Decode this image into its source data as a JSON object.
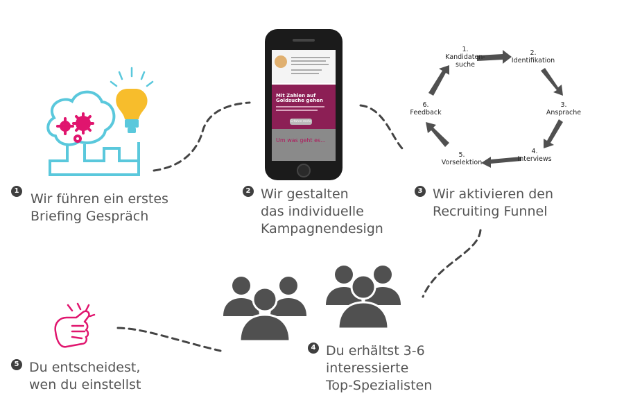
{
  "steps": [
    {
      "number": "1",
      "lines": [
        "Wir führen ein erstes",
        "Briefing Gespräch"
      ]
    },
    {
      "number": "2",
      "lines": [
        "Wir gestalten",
        "das individuelle",
        "Kampagnendesign"
      ]
    },
    {
      "number": "3",
      "lines": [
        "Wir aktivieren den",
        "Recruiting Funnel"
      ]
    },
    {
      "number": "4",
      "lines": [
        "Du erhältst 3-6",
        "interessierte",
        "Top-Spezialisten"
      ]
    },
    {
      "number": "5",
      "lines": [
        "Du entscheidest,",
        "wen du einstellst"
      ]
    }
  ],
  "funnel": [
    {
      "num": "1.",
      "lines": [
        "Kandidaten-",
        "suche"
      ]
    },
    {
      "num": "2.",
      "lines": [
        "Identifikation"
      ]
    },
    {
      "num": "3.",
      "lines": [
        "Ansprache"
      ]
    },
    {
      "num": "4.",
      "lines": [
        "Interviews"
      ]
    },
    {
      "num": "5.",
      "lines": [
        "Vorselektion"
      ]
    },
    {
      "num": "6.",
      "lines": [
        "Feedback"
      ]
    }
  ],
  "phone": {
    "banner_title_1": "Mit Zahlen auf",
    "banner_title_2": "Goldsuche gehen",
    "banner_button": "Erfahre mehr",
    "lower_headline": "Um was geht es..."
  },
  "colors": {
    "accent_cyan": "#5ac8dc",
    "accent_magenta": "#e0156e",
    "bulb_yellow": "#f7bd2c",
    "dark_gray": "#4a4a4a",
    "magenta_banner": "#8c1f55"
  },
  "icons": [
    "lightbulb-head-icon",
    "phone-icon",
    "cycle-arrows-icon",
    "group-people-icon",
    "pointing-hand-icon"
  ]
}
